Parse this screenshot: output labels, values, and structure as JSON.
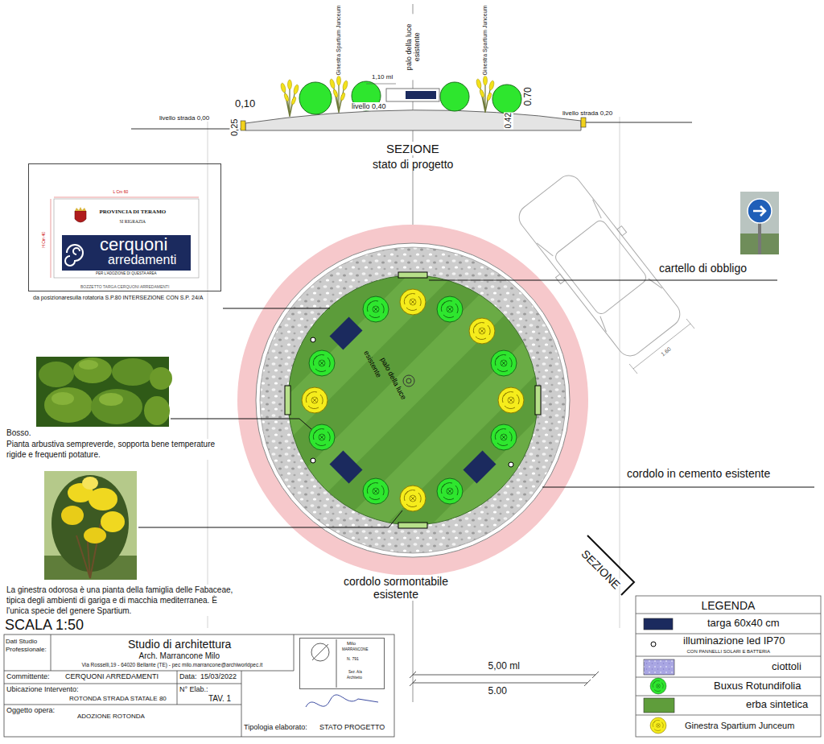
{
  "diagram": {
    "nodes": [
      {
        "text": [
          "BOZZETTO TARGA CERQUONI ARREDAMENTI",
          "da posizionaresulla rotatoria S.P.80 INTERSEZIONE CON S.P. 24/A"
        ]
      },
      {
        "text": [
          "PROVINCIA DI TERAMO",
          "SI RIGRAZIA",
          "PER L'ADOZIONE DI QUESTA AREA"
        ],
        "in": 0
      },
      {
        "text": [
          "cerquoni",
          "arredamenti"
        ],
        "in": 1
      },
      {
        "text": [
          "Dati Studio Professionale:"
        ]
      },
      {
        "text": [
          "Studio di architettura",
          "Arch. Marrancone Milo",
          "Via Rosselli,19 - 64020 Bellante (TE) - pec milo.marrancone@archiworldpec.it"
        ]
      },
      {
        "text": [
          "Milo",
          "MARRANCONE",
          "N. 791",
          "Sez. A/a",
          "Architetto"
        ]
      },
      {
        "text": [
          "Committente:",
          "CERQUONI ARREDAMENTI"
        ]
      },
      {
        "text": [
          "Data:",
          "15/03/2022"
        ]
      },
      {
        "text": [
          "Ubicazione Intervento:",
          "ROTONDA STRADA STATALE 80"
        ]
      },
      {
        "text": [
          "N° Elab.:",
          "TAV. 1"
        ]
      },
      {
        "text": [
          "Oggetto opera:",
          "ADOZIONE ROTONDA"
        ]
      },
      {
        "text": [
          "Tipologia elaborato:",
          "STATO PROGETTO"
        ]
      }
    ],
    "labels": [
      "Ginestra Spartium Junceum",
      "palo della luce esistente",
      "Ginestra Spartium Junceum",
      "1,10 ml",
      "0,10",
      "livello 0,40",
      "0.70",
      "livello strada 0,00",
      "0,25",
      "0.42",
      "livello strada 0,20",
      "SEZIONE",
      "stato di progetto",
      "L Cm 60",
      "H Cm 40",
      "cartello di obbligo",
      "esistente",
      "palo della luce",
      "1.60",
      "Bosso.",
      "Pianta arbustiva sempreverde, sopporta bene temperature rigide e frequenti potature.",
      "cordolo in cemento esistente",
      "SEZIONE",
      "La ginestra odorosa è una pianta della famiglia delle Fabaceae, tipica degli ambienti di gariga e di macchia mediterranea. È l'unica specie del genere Spartium.",
      "cordolo sormontabile esistente",
      "SCALA 1:50",
      "5,00 ml",
      "5.00",
      "LEGENDA",
      "CON PANNELLI SOLARI E BATTERIA"
    ],
    "legend": [
      {
        "text": "targa 60x40 cm",
        "color": "#1b2a5e"
      },
      {
        "text": "illuminazione led IP70"
      },
      {
        "text": "ciottoli",
        "color": "#a9a6e3"
      },
      {
        "text": "Buxus Rotundifolia"
      },
      {
        "text": "erba sintetica",
        "color": "#5f9d3b"
      },
      {
        "text": "Ginestra Spartium Junceum"
      }
    ]
  }
}
